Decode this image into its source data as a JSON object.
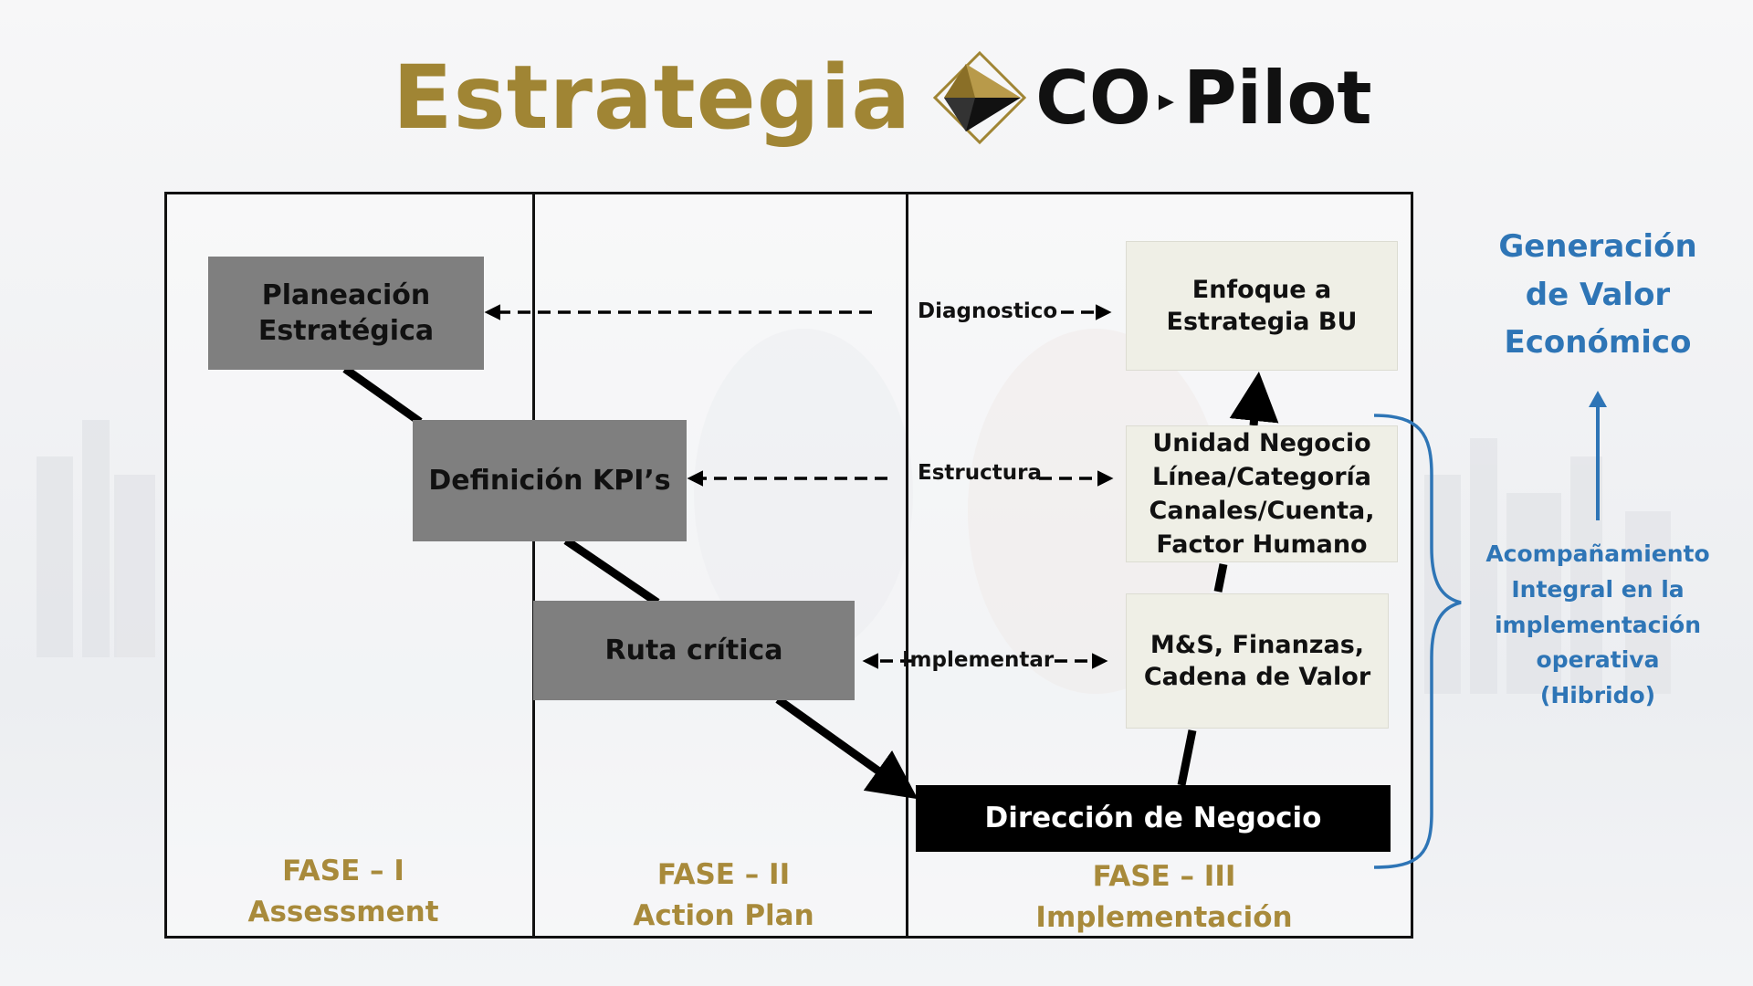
{
  "header": {
    "title_main": "Estrategia",
    "logo_icon": "compass-arrow-icon",
    "title_co": "CO",
    "title_pilot": "Pilot"
  },
  "phase1": {
    "box1": [
      "Planeación",
      "Estratégica"
    ],
    "box2": "Definición  KPI’s",
    "label": [
      "FASE – I",
      "Assessment"
    ]
  },
  "phase2": {
    "box": "Ruta crítica",
    "label": [
      "FASE – II",
      "Action Plan"
    ]
  },
  "phase3": {
    "enfoque": [
      "Enfoque a",
      "Estrategia BU"
    ],
    "unidad": [
      "Unidad Negocio",
      "Línea/Categoría",
      "Canales/Cuenta,",
      "Factor Humano"
    ],
    "ms": [
      "M&S, Finanzas,",
      "Cadena de Valor"
    ],
    "direccion": "Dirección de Negocio",
    "label": [
      "FASE – III",
      "Implementación"
    ]
  },
  "links": {
    "diagnostico": "Diagnostico",
    "estructura": "Estructura",
    "implementar": "Implementar"
  },
  "right": {
    "title": [
      "Generación",
      "de Valor",
      "Económico"
    ],
    "subtitle": [
      "Acompañamiento",
      "Integral en la",
      "implementación",
      "operativa",
      "(Hibrido)"
    ]
  },
  "colors": {
    "gold": "#a08534",
    "phase_gold": "#a88a3b",
    "blue": "#2e75b6",
    "gray_box": "#7f7f7f",
    "cream_box": "#efefe6"
  }
}
